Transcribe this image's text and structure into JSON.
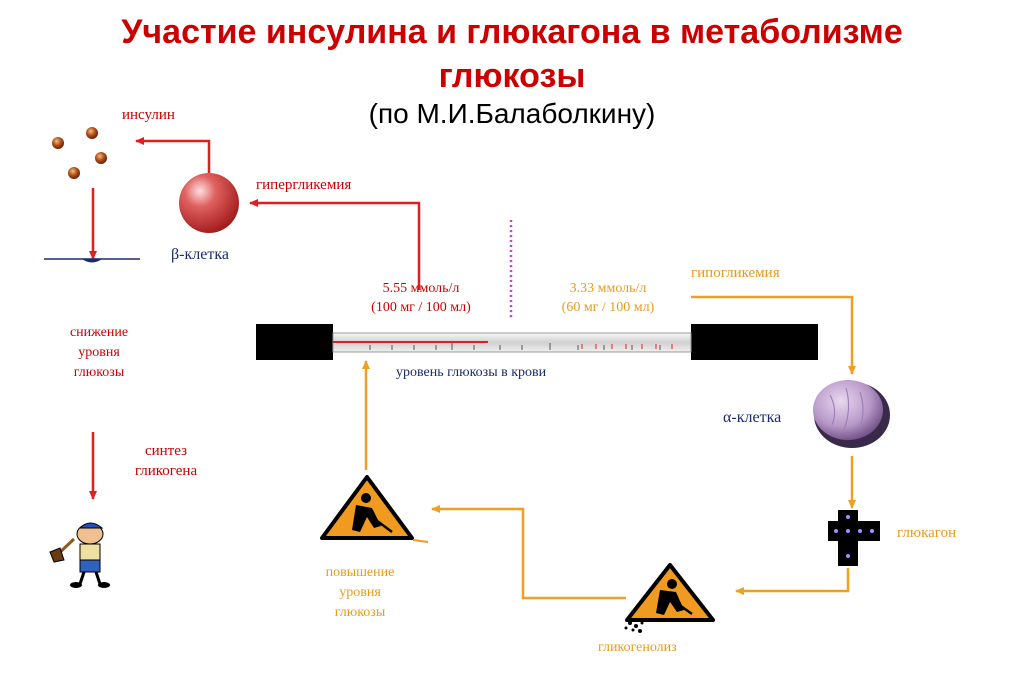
{
  "title": {
    "line1": "Участие инсулина и глюкагона в метаболизме",
    "line2": "глюкозы",
    "subtitle": "(по М.И.Балаболкину)"
  },
  "labels": {
    "insulin": "инсулин",
    "hyperglycemia": "гипергликемия",
    "beta_cell": "β-клетка",
    "decrease_line1": "снижение",
    "decrease_line2": "уровня",
    "decrease_line3": "глюкозы",
    "synthesis_line1": "синтез",
    "synthesis_line2": "гликогена",
    "high_value": "5.55 ммоль/л",
    "high_value_mg": "(100 мг / 100 мл)",
    "low_value": "3.33 ммоль/л",
    "low_value_mg": "(60 мг / 100 мл)",
    "hypoglycemia": "гипогликемия",
    "blood_glucose": "уровень глюкозы в крови",
    "alpha_cell": "α-клетка",
    "glucagon": "глюкагон",
    "increase_line1": "повышение",
    "increase_line2": "уровня",
    "increase_line3": "глюкозы",
    "glycogenolysis": "гликогенолиз"
  },
  "colors": {
    "red_path": "#e02020",
    "orange_path": "#f0a020",
    "title": "#cc0000",
    "magenta_marker": "#d040d0"
  }
}
